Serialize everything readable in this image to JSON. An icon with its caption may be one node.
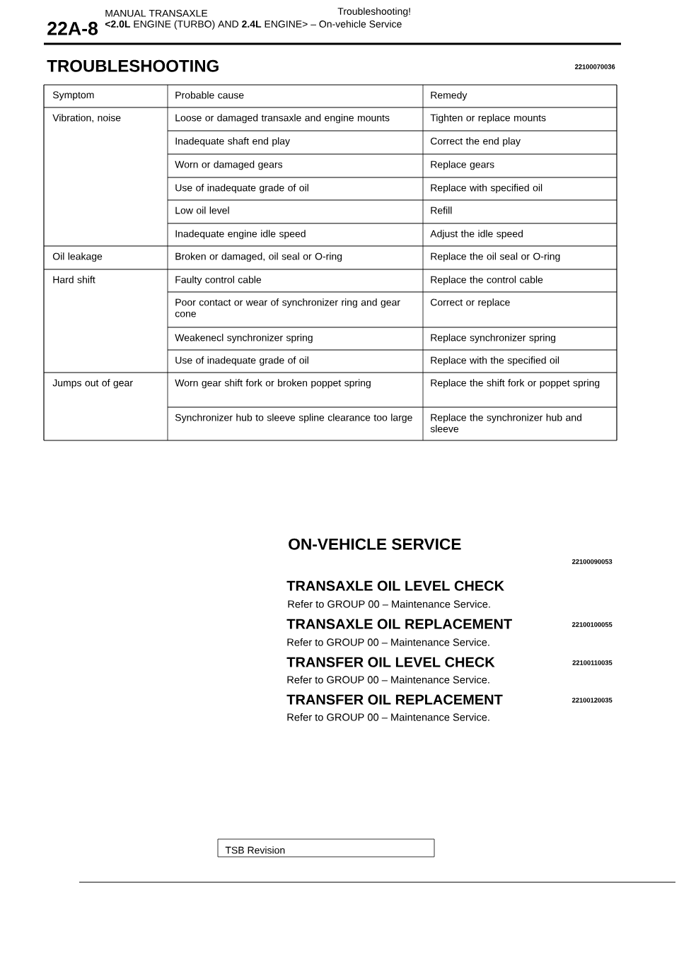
{
  "diagram": {
    "title": "TROUBLESHOOTING",
    "labels": [
      "22A-8",
      "MANUAL TRANSAXLE",
      "Troubleshooting!",
      "**<2.0L** ENGINE (TURBO) AND **2.4L** ENGINE> – On-vehicle Service",
      "22100070036",
      "Symptom",
      "Probable cause",
      "Remedy",
      "Vibration, noise",
      "Loose or damaged transaxle and engine mounts",
      "Tighten or replace mounts",
      "Inadequate shaft end play",
      "Correct the end play",
      "Worn or damaged gears",
      "Replace gears",
      "Use of inadequate grade of oil",
      "Replace with specified oil",
      "Low oil level",
      "Refill",
      "Inadequate engine idle speed",
      "Adjust the idle speed",
      "Oil leakage",
      "Broken or damaged, oil seal or O-ring",
      "Replace the oil seal or O-ring",
      "Hard shift",
      "Faulty control cable",
      "Replace the control cable",
      "Poor contact or wear of synchronizer ring and gear cone",
      "Correct or replace",
      "Weakenecl synchronizer spring",
      "Replace synchronizer spring",
      "Use of inadequate grade of oil",
      "Replace with the specified oil",
      "Jumps out of gear",
      "Worn gear shift fork or broken poppet spring",
      "Replace the shift fork or poppet spring",
      "Synchronizer hub to sleeve spline clearance too large",
      "Replace the synchronizer hub and sleeve",
      "ON-VEHICLE SERVICE",
      "22100090053",
      "TRANSAXLE OIL LEVEL CHECK",
      "Refer to GROUP 00 – Maintenance Service.",
      "TRANSAXLE OIL REPLACEMENT",
      "22100100055",
      "Refer to GROUP 00 – Maintenance Service.",
      "TRANSFER OIL LEVEL CHECK",
      "22100110035",
      "Refer to GROUP 00 – Maintenance Service.",
      "TRANSFER OIL REPLACEMENT",
      "22100120035",
      "Refer to GROUP 00 – Maintenance Service.",
      "TSB Revision"
    ]
  }
}
